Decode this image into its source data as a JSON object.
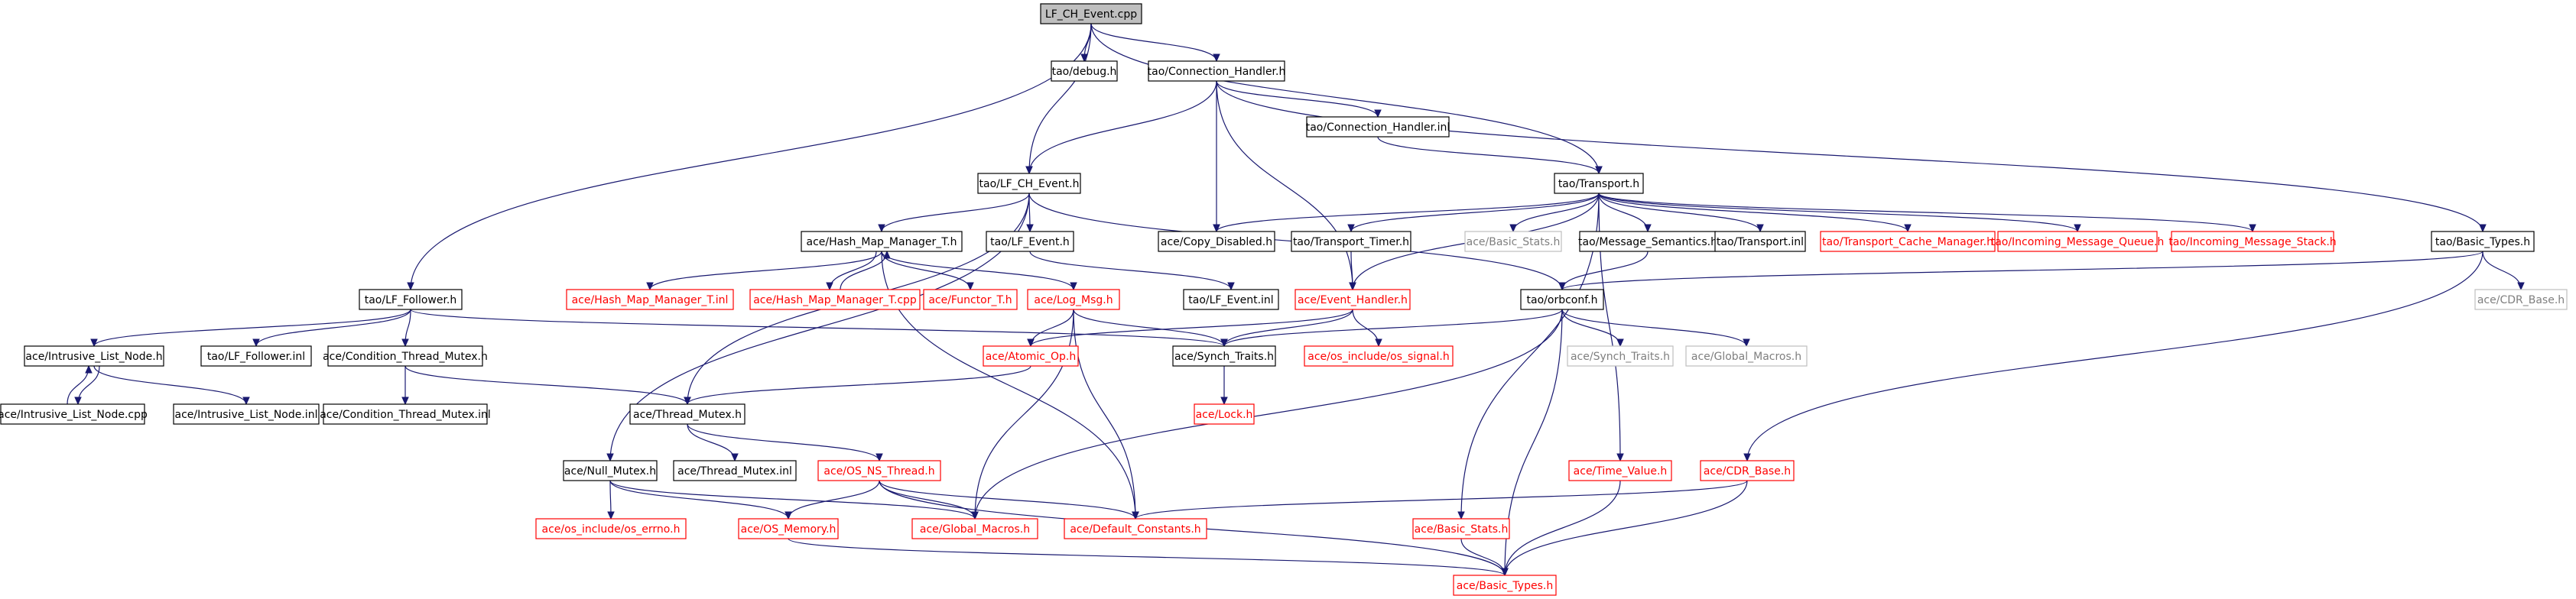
{
  "colors": {
    "edge": "#191970",
    "node_border": "#000000",
    "missing_border": "#ff0000",
    "external_border": "#bfbfbf",
    "root_fill": "#bfbfbf",
    "background": "#ffffff"
  },
  "nodes": [
    {
      "id": "root",
      "label": "LF_CH_Event.cpp",
      "kind": "root"
    },
    {
      "id": "tao_debug",
      "label": "tao/debug.h",
      "kind": "std"
    },
    {
      "id": "tao_conn_h",
      "label": "tao/Connection_Handler.h",
      "kind": "std"
    },
    {
      "id": "tao_conn_inl",
      "label": "tao/Connection_Handler.inl",
      "kind": "std"
    },
    {
      "id": "tao_transport",
      "label": "tao/Transport.h",
      "kind": "std"
    },
    {
      "id": "tao_lfch",
      "label": "tao/LF_CH_Event.h",
      "kind": "std"
    },
    {
      "id": "ace_hmm",
      "label": "ace/Hash_Map_Manager_T.h",
      "kind": "std"
    },
    {
      "id": "tao_lfevent",
      "label": "tao/LF_Event.h",
      "kind": "std"
    },
    {
      "id": "ace_copy",
      "label": "ace/Copy_Disabled.h",
      "kind": "std"
    },
    {
      "id": "tao_ttimer",
      "label": "tao/Transport_Timer.h",
      "kind": "std"
    },
    {
      "id": "ace_bstats_top",
      "label": "ace/Basic_Stats.h",
      "kind": "ext"
    },
    {
      "id": "tao_msgsem",
      "label": "tao/Message_Semantics.h",
      "kind": "std"
    },
    {
      "id": "tao_transinl",
      "label": "tao/Transport.inl",
      "kind": "std"
    },
    {
      "id": "tao_tcm",
      "label": "tao/Transport_Cache_Manager.h",
      "kind": "missing"
    },
    {
      "id": "tao_imq",
      "label": "tao/Incoming_Message_Queue.h",
      "kind": "missing"
    },
    {
      "id": "tao_ims",
      "label": "tao/Incoming_Message_Stack.h",
      "kind": "missing"
    },
    {
      "id": "tao_btypes",
      "label": "tao/Basic_Types.h",
      "kind": "std"
    },
    {
      "id": "tao_lffollower",
      "label": "tao/LF_Follower.h",
      "kind": "std"
    },
    {
      "id": "ace_hmm_inl",
      "label": "ace/Hash_Map_Manager_T.inl",
      "kind": "missing"
    },
    {
      "id": "ace_hmm_cpp",
      "label": "ace/Hash_Map_Manager_T.cpp",
      "kind": "missing"
    },
    {
      "id": "ace_functor",
      "label": "ace/Functor_T.h",
      "kind": "missing"
    },
    {
      "id": "ace_logmsg",
      "label": "ace/Log_Msg.h",
      "kind": "missing"
    },
    {
      "id": "tao_lfevent_inl",
      "label": "tao/LF_Event.inl",
      "kind": "std"
    },
    {
      "id": "ace_evh",
      "label": "ace/Event_Handler.h",
      "kind": "missing"
    },
    {
      "id": "tao_orbconf",
      "label": "tao/orbconf.h",
      "kind": "std"
    },
    {
      "id": "ace_cdr_top",
      "label": "ace/CDR_Base.h",
      "kind": "ext"
    },
    {
      "id": "ace_iln_h",
      "label": "ace/Intrusive_List_Node.h",
      "kind": "std"
    },
    {
      "id": "tao_lff_inl",
      "label": "tao/LF_Follower.inl",
      "kind": "std"
    },
    {
      "id": "ace_ctm_h",
      "label": "ace/Condition_Thread_Mutex.h",
      "kind": "std"
    },
    {
      "id": "ace_atomic",
      "label": "ace/Atomic_Op.h",
      "kind": "missing"
    },
    {
      "id": "ace_synch",
      "label": "ace/Synch_Traits.h",
      "kind": "std"
    },
    {
      "id": "ace_os_signal",
      "label": "ace/os_include/os_signal.h",
      "kind": "missing"
    },
    {
      "id": "ace_synch_ext",
      "label": "ace/Synch_Traits.h",
      "kind": "ext"
    },
    {
      "id": "ace_gm_ext",
      "label": "ace/Global_Macros.h",
      "kind": "ext"
    },
    {
      "id": "ace_iln_cpp",
      "label": "ace/Intrusive_List_Node.cpp",
      "kind": "std"
    },
    {
      "id": "ace_iln_inl",
      "label": "ace/Intrusive_List_Node.inl",
      "kind": "std"
    },
    {
      "id": "ace_ctm_inl",
      "label": "ace/Condition_Thread_Mutex.inl",
      "kind": "std"
    },
    {
      "id": "ace_tmutex_h",
      "label": "ace/Thread_Mutex.h",
      "kind": "std"
    },
    {
      "id": "ace_lock",
      "label": "ace/Lock.h",
      "kind": "missing"
    },
    {
      "id": "ace_null_mutex",
      "label": "ace/Null_Mutex.h",
      "kind": "std"
    },
    {
      "id": "ace_tmutex_inl",
      "label": "ace/Thread_Mutex.inl",
      "kind": "std"
    },
    {
      "id": "ace_osns",
      "label": "ace/OS_NS_Thread.h",
      "kind": "missing"
    },
    {
      "id": "ace_timevalue",
      "label": "ace/Time_Value.h",
      "kind": "missing"
    },
    {
      "id": "ace_cdr",
      "label": "ace/CDR_Base.h",
      "kind": "missing"
    },
    {
      "id": "ace_errno",
      "label": "ace/os_include/os_errno.h",
      "kind": "missing"
    },
    {
      "id": "ace_osmem",
      "label": "ace/OS_Memory.h",
      "kind": "missing"
    },
    {
      "id": "ace_gm",
      "label": "ace/Global_Macros.h",
      "kind": "missing"
    },
    {
      "id": "ace_defconst",
      "label": "ace/Default_Constants.h",
      "kind": "missing"
    },
    {
      "id": "ace_bstats",
      "label": "ace/Basic_Stats.h",
      "kind": "missing"
    },
    {
      "id": "ace_btypes",
      "label": "ace/Basic_Types.h",
      "kind": "missing"
    }
  ],
  "edges": [
    [
      "root",
      "tao_debug"
    ],
    [
      "root",
      "tao_conn_h"
    ],
    [
      "root",
      "tao_lfch"
    ],
    [
      "root",
      "tao_transport"
    ],
    [
      "root",
      "tao_lffollower"
    ],
    [
      "tao_conn_h",
      "tao_conn_inl"
    ],
    [
      "tao_conn_h",
      "tao_lfch"
    ],
    [
      "tao_conn_h",
      "ace_copy"
    ],
    [
      "tao_conn_h",
      "ace_evh"
    ],
    [
      "tao_conn_h",
      "tao_btypes"
    ],
    [
      "tao_conn_inl",
      "tao_transport"
    ],
    [
      "tao_transport",
      "ace_copy"
    ],
    [
      "tao_transport",
      "tao_ttimer"
    ],
    [
      "tao_transport",
      "ace_bstats_top"
    ],
    [
      "tao_transport",
      "tao_msgsem"
    ],
    [
      "tao_transport",
      "tao_transinl"
    ],
    [
      "tao_transport",
      "tao_tcm"
    ],
    [
      "tao_transport",
      "tao_imq"
    ],
    [
      "tao_transport",
      "tao_ims"
    ],
    [
      "tao_transport",
      "ace_timevalue"
    ],
    [
      "tao_transport",
      "ace_bstats"
    ],
    [
      "tao_transport",
      "ace_evh"
    ],
    [
      "tao_lfch",
      "ace_hmm"
    ],
    [
      "tao_lfch",
      "tao_lfevent"
    ],
    [
      "tao_lfch",
      "tao_orbconf"
    ],
    [
      "tao_lfch",
      "ace_null_mutex"
    ],
    [
      "tao_lfch",
      "ace_tmutex_h"
    ],
    [
      "ace_hmm",
      "ace_hmm_inl"
    ],
    [
      "ace_hmm",
      "ace_hmm_cpp"
    ],
    [
      "ace_hmm",
      "ace_functor"
    ],
    [
      "ace_hmm",
      "ace_logmsg"
    ],
    [
      "ace_hmm",
      "ace_defconst"
    ],
    [
      "ace_hmm_cpp",
      "ace_hmm"
    ],
    [
      "tao_lfevent",
      "tao_lfevent_inl"
    ],
    [
      "tao_ttimer",
      "ace_evh"
    ],
    [
      "tao_msgsem",
      "tao_orbconf"
    ],
    [
      "tao_btypes",
      "tao_orbconf"
    ],
    [
      "tao_btypes",
      "ace_cdr_top"
    ],
    [
      "tao_btypes",
      "ace_cdr"
    ],
    [
      "tao_lffollower",
      "ace_iln_h"
    ],
    [
      "tao_lffollower",
      "tao_lff_inl"
    ],
    [
      "tao_lffollower",
      "ace_ctm_h"
    ],
    [
      "tao_lffollower",
      "ace_synch"
    ],
    [
      "ace_logmsg",
      "ace_atomic"
    ],
    [
      "ace_logmsg",
      "ace_synch"
    ],
    [
      "ace_logmsg",
      "ace_gm"
    ],
    [
      "ace_logmsg",
      "ace_defconst"
    ],
    [
      "ace_evh",
      "ace_atomic"
    ],
    [
      "ace_evh",
      "ace_synch"
    ],
    [
      "ace_evh",
      "ace_os_signal"
    ],
    [
      "tao_orbconf",
      "ace_synch"
    ],
    [
      "tao_orbconf",
      "ace_synch_ext"
    ],
    [
      "tao_orbconf",
      "ace_gm_ext"
    ],
    [
      "tao_orbconf",
      "ace_gm"
    ],
    [
      "tao_orbconf",
      "ace_btypes"
    ],
    [
      "ace_iln_h",
      "ace_iln_cpp"
    ],
    [
      "ace_iln_h",
      "ace_iln_inl"
    ],
    [
      "ace_iln_cpp",
      "ace_iln_h"
    ],
    [
      "ace_ctm_h",
      "ace_ctm_inl"
    ],
    [
      "ace_ctm_h",
      "ace_tmutex_h"
    ],
    [
      "ace_atomic",
      "ace_tmutex_h"
    ],
    [
      "ace_synch",
      "ace_lock"
    ],
    [
      "ace_tmutex_h",
      "ace_tmutex_inl"
    ],
    [
      "ace_tmutex_h",
      "ace_osns"
    ],
    [
      "ace_null_mutex",
      "ace_errno"
    ],
    [
      "ace_null_mutex",
      "ace_osmem"
    ],
    [
      "ace_null_mutex",
      "ace_gm"
    ],
    [
      "ace_osns",
      "ace_osmem"
    ],
    [
      "ace_osns",
      "ace_gm"
    ],
    [
      "ace_osns",
      "ace_defconst"
    ],
    [
      "ace_osns",
      "ace_btypes"
    ],
    [
      "ace_timevalue",
      "ace_btypes"
    ],
    [
      "ace_cdr",
      "ace_defconst"
    ],
    [
      "ace_cdr",
      "ace_btypes"
    ],
    [
      "ace_osmem",
      "ace_btypes"
    ],
    [
      "ace_bstats",
      "ace_btypes"
    ]
  ]
}
